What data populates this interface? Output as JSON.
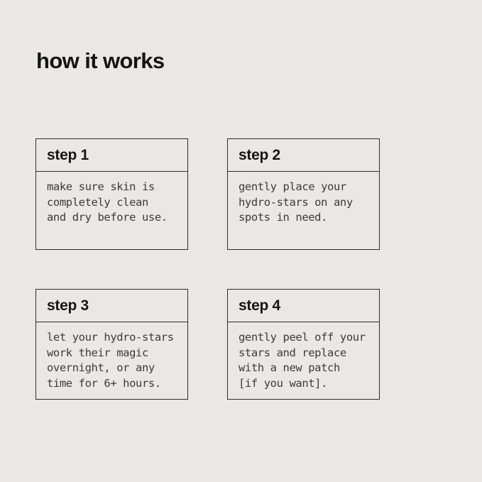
{
  "page": {
    "title": "how it works",
    "background_color": "#eae7e6",
    "border_color": "#2d2d2d",
    "title_color": "#141414",
    "body_text_color": "#3b3b3b"
  },
  "steps": [
    {
      "label": "step 1",
      "body": "make sure skin is\ncompletely clean\nand dry before use."
    },
    {
      "label": "step 2",
      "body": "gently place your\nhydro-stars on any\nspots in need."
    },
    {
      "label": "step 3",
      "body": "let your hydro-stars\nwork their magic\novernight, or any\ntime for 6+ hours."
    },
    {
      "label": "step 4",
      "body": "gently peel off your\nstars and replace\nwith a new patch\n[if you want]."
    }
  ]
}
